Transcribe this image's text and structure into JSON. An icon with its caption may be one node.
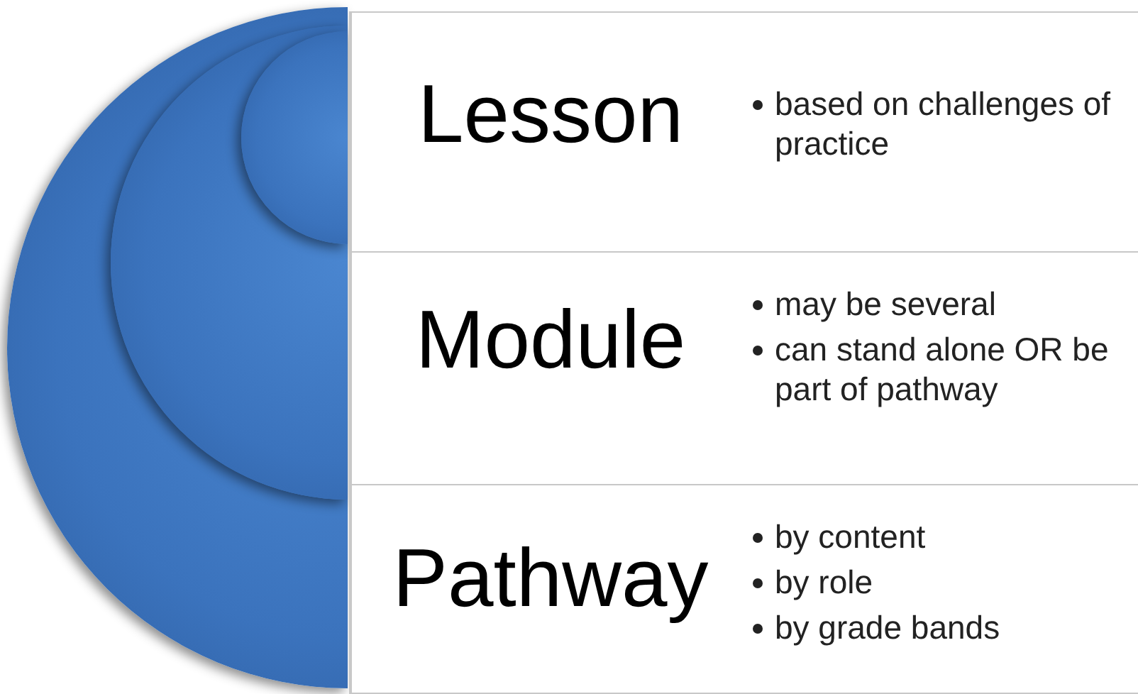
{
  "diagram": {
    "nodes": [
      {
        "text": [],
        "shape": "circle"
      },
      {
        "text": [],
        "shape": "circle",
        "in": 0
      },
      {
        "text": [],
        "shape": "circle",
        "in": 1
      },
      {
        "text": [
          "Lesson",
          "based on challenges of practice"
        ]
      },
      {
        "text": [
          "Module",
          "may be several",
          "can stand alone OR be part of pathway"
        ]
      },
      {
        "text": [
          "Pathway",
          "by content",
          "by role",
          "by grade bands"
        ]
      }
    ]
  }
}
